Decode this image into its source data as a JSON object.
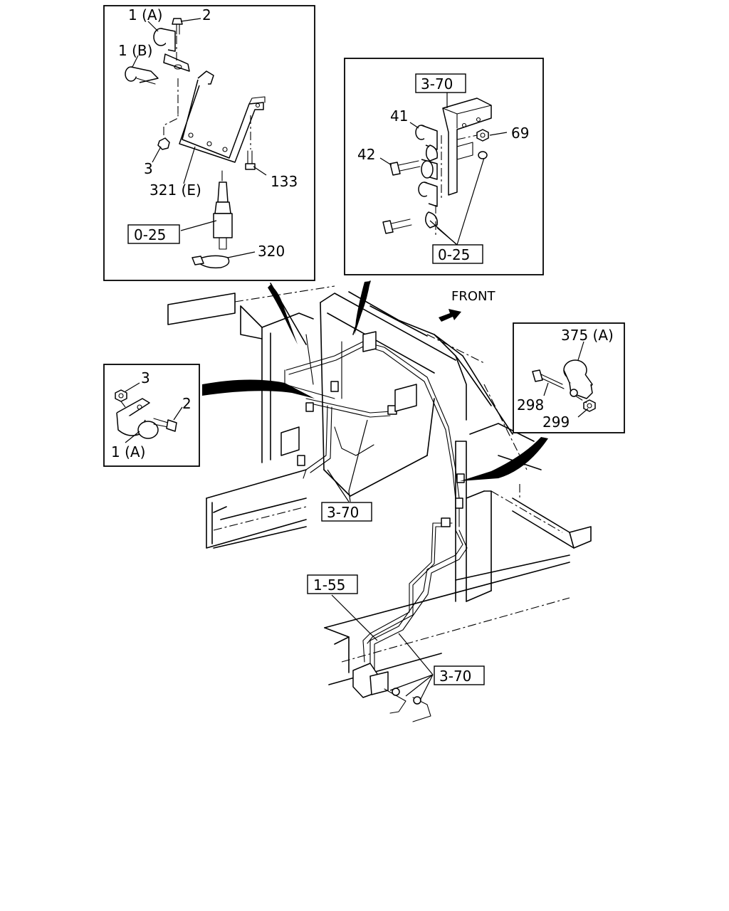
{
  "labels": {
    "inset1": {
      "p1a": "1 (A)",
      "p2": "2",
      "p1b": "1 (B)",
      "p3": "3",
      "p321e": "321 (E)",
      "p133": "133",
      "ref025": "0-25",
      "p320": "320"
    },
    "inset2": {
      "ref370": "3-70",
      "p41": "41",
      "p69": "69",
      "p42": "42",
      "ref025": "0-25"
    },
    "inset3": {
      "p3": "3",
      "p2": "2",
      "p1a": "1 (A)"
    },
    "inset4": {
      "p375a": "375 (A)",
      "p298": "298",
      "p299": "299"
    },
    "main": {
      "front": "FRONT",
      "ref370_mid": "3-70",
      "ref155": "1-55",
      "ref370_bottom": "3-70"
    }
  }
}
